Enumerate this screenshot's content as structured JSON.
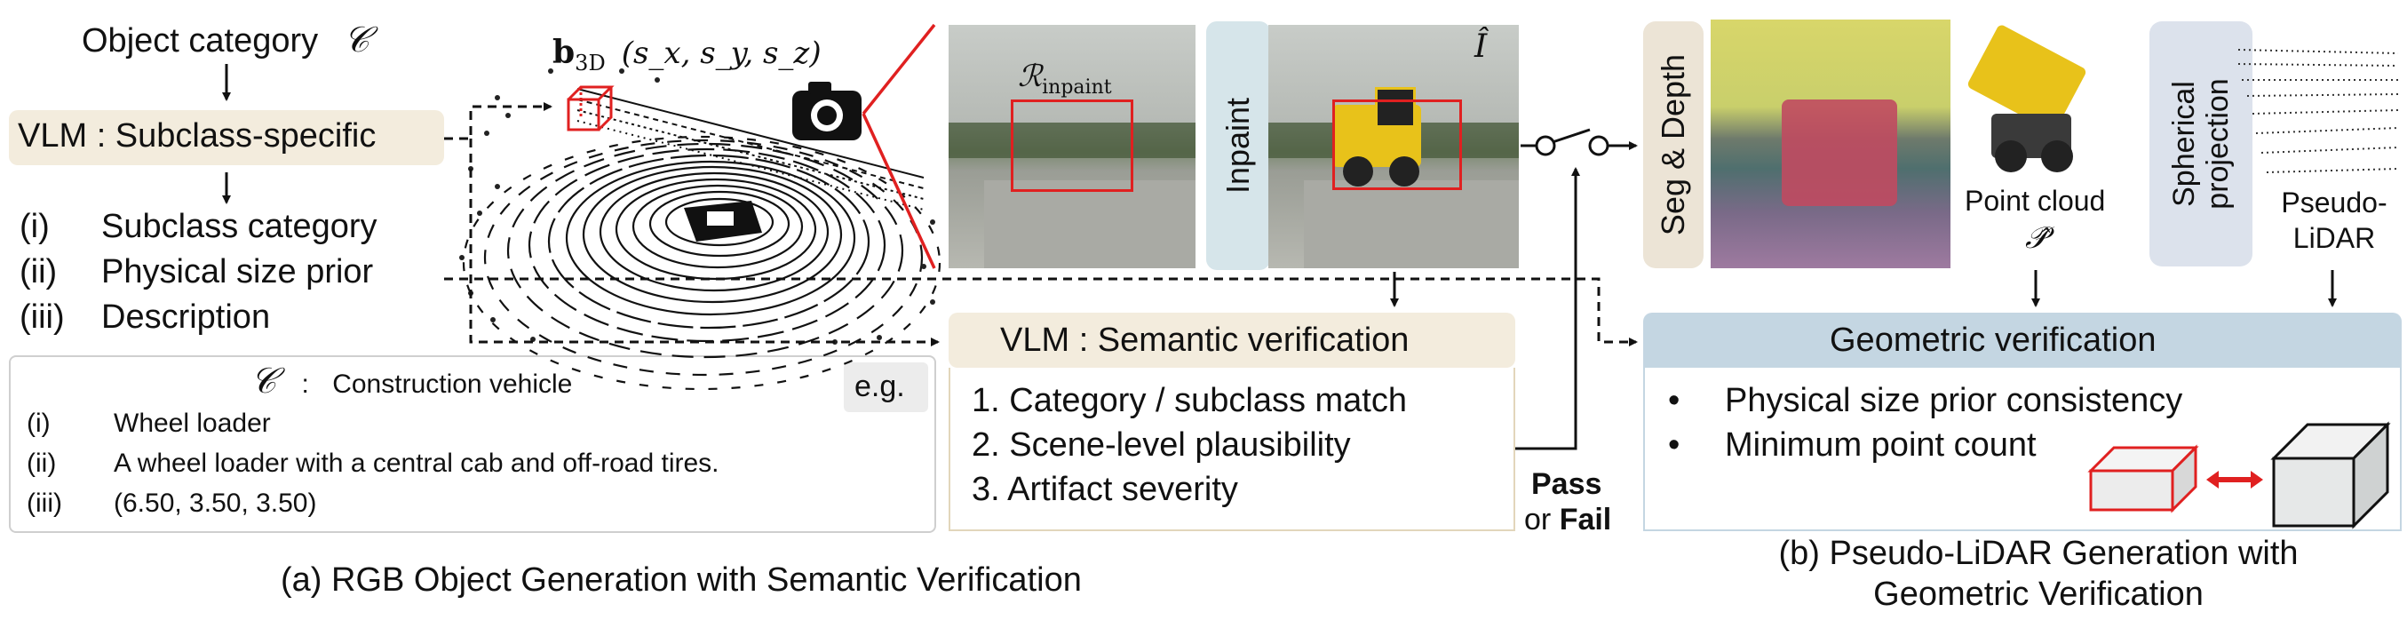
{
  "left_panel": {
    "object_category": "Object category",
    "category_symbol": "𝒞",
    "vlm_subclass_label": "VLM : Subclass-specific",
    "outputs": [
      {
        "num": "(i)",
        "text": "Subclass category"
      },
      {
        "num": "(ii)",
        "text": "Physical size prior"
      },
      {
        "num": "(iii)",
        "text": "Description"
      }
    ],
    "example": {
      "symbol": "𝒞",
      "colon": ":",
      "category": "Construction vehicle",
      "tag": "e.g.",
      "rows": [
        {
          "num": "(i)",
          "text": "Wheel loader"
        },
        {
          "num": "(ii)",
          "text": "A wheel loader with a central cab and off-road tires."
        },
        {
          "num": "(iii)",
          "text": "(6.50, 3.50, 3.50)"
        }
      ]
    }
  },
  "pointcloud": {
    "bbox_label_main": "b",
    "bbox_label_sub": "3D",
    "bbox_params": "(s",
    "bbox_params_rest": "x, s",
    "bbox_full": "(s_x, s_y, s_z)"
  },
  "inpaint": {
    "region_label": "ℛ",
    "region_sub": "inpaint",
    "button_label": "Inpaint",
    "output_label": "Î"
  },
  "semantic": {
    "title": "VLM : Semantic verification",
    "items": [
      "1.  Category / subclass match",
      "2.  Scene-level plausibility",
      "3.  Artifact severity"
    ],
    "pass_label": "Pass",
    "or_label": "or",
    "fail_label": "Fail"
  },
  "right_panel": {
    "seg_depth_label": "Seg & Depth",
    "point_cloud_label": "Point cloud",
    "point_cloud_symbol": "𝒫̂",
    "spherical_label_1": "Spherical",
    "spherical_label_2": "projection",
    "pseudo_label_1": "Pseudo-",
    "pseudo_label_2": "LiDAR",
    "geo_title": "Geometric verification",
    "geo_items": [
      "Physical size prior consistency",
      "Minimum point count"
    ]
  },
  "captions": {
    "a": "(a)  RGB Object Generation with Semantic Verification",
    "b_line1": "(b) Pseudo-LiDAR Generation with",
    "b_line2": "Geometric Verification"
  },
  "colors": {
    "accent_red": "#e02020",
    "beige": "#f3ecdd",
    "teal": "#d6e5ea",
    "blue": "#c4d6e2",
    "grey_blue": "#dce2ec"
  }
}
